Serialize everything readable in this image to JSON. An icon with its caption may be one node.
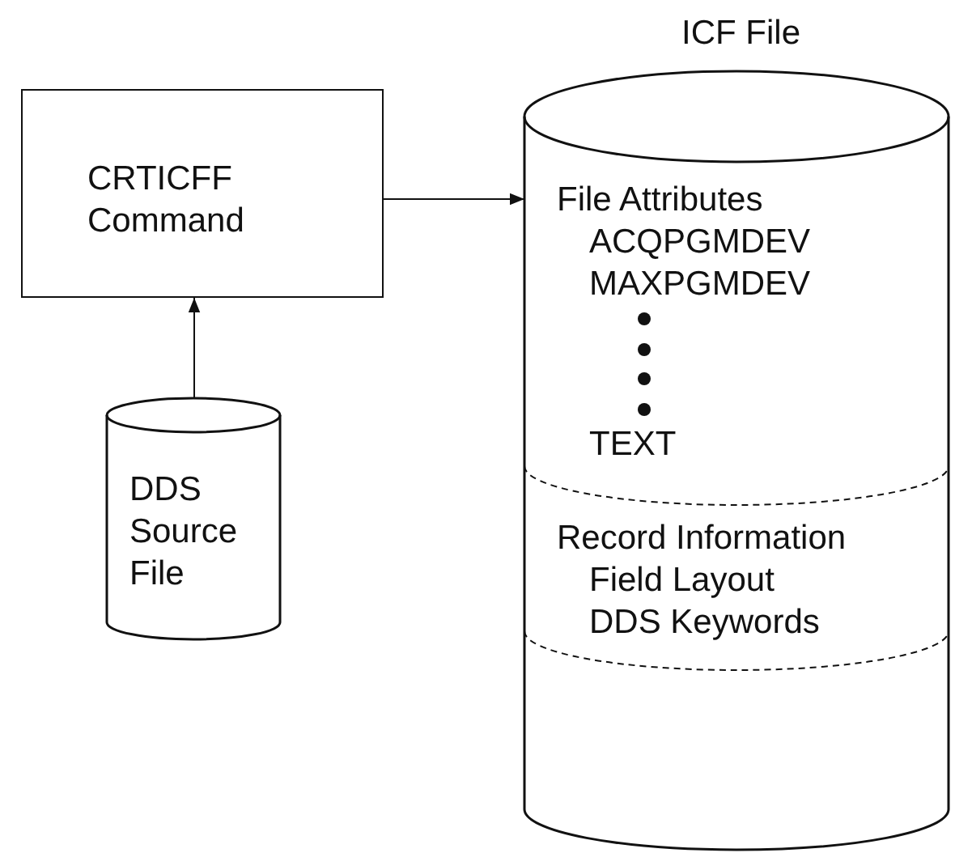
{
  "diagram": {
    "nodes": [
      {
        "text": [
          "CRTICFF Command"
        ]
      },
      {
        "text": [
          "DDS Source File"
        ]
      },
      {
        "text": [
          "ICF File"
        ]
      },
      {
        "text": [
          "File Attributes",
          "ACQPGMDEV",
          "MAXPGMDEV",
          "TEXT"
        ],
        "in": 2
      },
      {
        "text": [
          "Record Information",
          "Field Layout",
          "DDS Keywords"
        ],
        "in": 2
      }
    ],
    "edges": [
      {
        "from": 1,
        "to": 0,
        "arrow": "to"
      },
      {
        "from": 0,
        "to": 2,
        "arrow": "to"
      }
    ]
  }
}
